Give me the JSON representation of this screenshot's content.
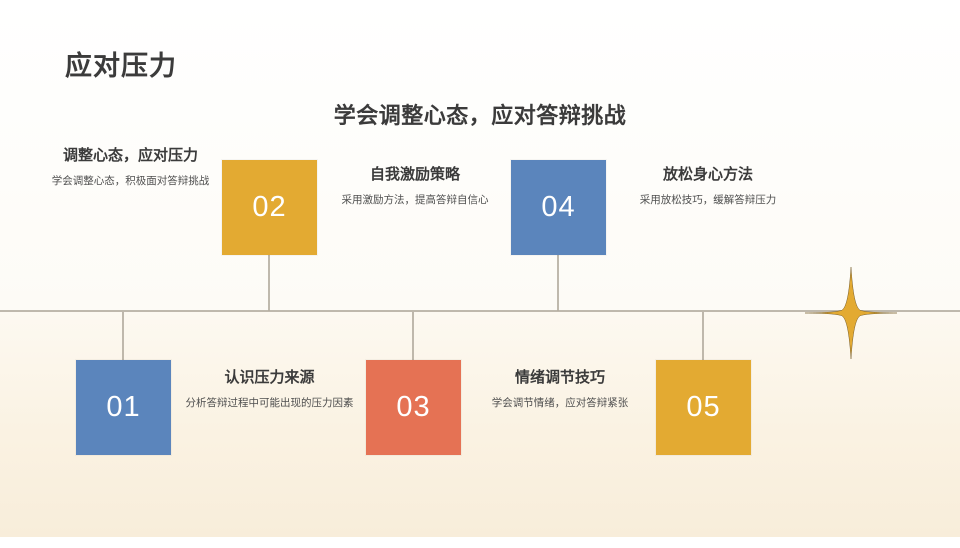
{
  "slide": {
    "title": "应对压力",
    "subtitle": "学会调整心态，应对答辩挑战",
    "accent_colors": {
      "amber": "#E3AA32",
      "blue": "#5B85BC",
      "coral": "#E57254",
      "axis": "#B4ADA0",
      "text_dark": "#3B3B3B",
      "text_body": "#4F4F4F",
      "band_top": "#FDF9F1",
      "band_bottom": "#F8EDDA"
    },
    "decor": {
      "sparkle": "four-point-star-icon"
    }
  },
  "timeline": {
    "top_items": [
      {
        "number": "02",
        "color": "#E3AA32",
        "title": "调整心态，应对压力",
        "body": "学会调整心态，积极面对答辩挑战"
      },
      {
        "number": "04",
        "color": "#5B85BC",
        "title": "自我激励策略",
        "body": "采用激励方法，提高答辩自信心"
      },
      {
        "title_right": "放松身心方法",
        "body_right": "采用放松技巧，缓解答辩压力"
      }
    ],
    "bottom_items": [
      {
        "number": "01",
        "color": "#5B85BC",
        "title": "认识压力来源",
        "body": "分析答辩过程中可能出现的压力因素"
      },
      {
        "number": "03",
        "color": "#E57254",
        "title": "情绪调节技巧",
        "body": "学会调节情绪，应对答辩紧张"
      },
      {
        "number": "05",
        "color": "#E3AA32",
        "title": "",
        "body": ""
      }
    ]
  }
}
